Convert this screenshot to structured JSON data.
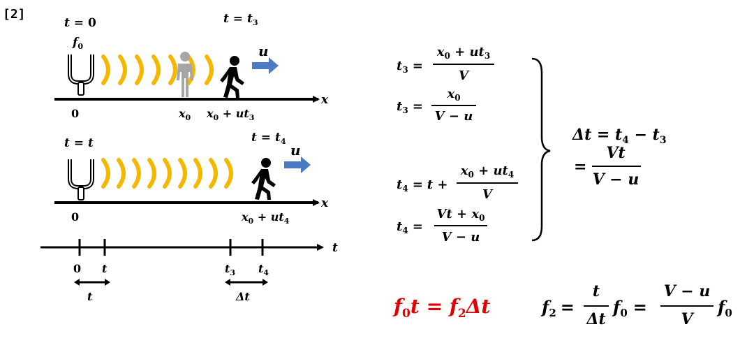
{
  "colors": {
    "wave": "#f5b800",
    "arrow_blue": "#4a7bc4",
    "person_gray": "#a6a6a6",
    "ink": "#000000",
    "red": "#e00000"
  },
  "icons": {
    "fork": "tuning-fork-icon",
    "listener_past": "standing-person-icon",
    "listener": "walking-person-icon"
  },
  "header": {
    "label": "[2]"
  },
  "scene1": {
    "time_left_t": "t",
    "time_left_eq": " = 0",
    "freq_f": "f",
    "freq_sub": "0",
    "time_right_t": "t",
    "time_right_eq": " = ",
    "time_right_t2": "t",
    "time_right_sub": "3",
    "speed_label": "u",
    "axis_var": "x",
    "tick_origin": "0",
    "tick_x0_x": "x",
    "tick_x0_sub": "0",
    "tick_pos_x": "x",
    "tick_pos_sub": "0",
    "tick_pos_mid": " + ",
    "tick_pos_ut": "ut",
    "tick_pos_sub2": "3"
  },
  "scene2": {
    "time_left_t": "t",
    "time_left_eq": " = ",
    "time_left_t2": "t",
    "time_right_t": "t",
    "time_right_eq": " = ",
    "time_right_t2": "t",
    "time_right_sub": "4",
    "speed_label": "u",
    "axis_var": "x",
    "tick_origin": "0",
    "tick_pos_x": "x",
    "tick_pos_sub": "0",
    "tick_pos_mid": " + ",
    "tick_pos_ut": "ut",
    "tick_pos_sub2": "4"
  },
  "timeline": {
    "axis_var": "t",
    "tick0": "0",
    "tick_t": "t",
    "tick_t3": "t",
    "tick_t3_sub": "3",
    "tick_t4": "t",
    "tick_t4_sub": "4",
    "span_t": "t",
    "span_dt": "Δt"
  },
  "equations": {
    "eq1_lhs": "t",
    "eq1_lhs_sub": "3",
    "eq1_eq": "=",
    "eq1_num_a": "x",
    "eq1_num_a_sub": "0",
    "eq1_num_b": " + ut",
    "eq1_num_b_sub": "3",
    "eq1_den": "V",
    "eq2_lhs": "t",
    "eq2_lhs_sub": "3",
    "eq2_eq": "=",
    "eq2_num": "x",
    "eq2_num_sub": "0",
    "eq2_den": "V − u",
    "eq3_lhs": "t",
    "eq3_lhs_sub": "4",
    "eq3_eq": "=",
    "eq3_pre": "t +",
    "eq3_num_a": "x",
    "eq3_num_a_sub": "0",
    "eq3_num_b": " + ut",
    "eq3_num_b_sub": "4",
    "eq3_den": "V",
    "eq4_lhs": "t",
    "eq4_lhs_sub": "4",
    "eq4_eq": "=",
    "eq4_num_a": "Vt + x",
    "eq4_num_a_sub": "0",
    "eq4_den": "V − u",
    "dt_lhs": "Δt = t",
    "dt_sub1": "4",
    "dt_mid": " − t",
    "dt_sub2": "3",
    "dt2_eq": "=",
    "dt2_num": "Vt",
    "dt2_den": "V − u"
  },
  "bottom": {
    "red_f": "f",
    "red_f_sub": "0",
    "red_mid": "t = f",
    "red_f2_sub": "2",
    "red_end": "Δt",
    "f2_lhs": "f",
    "f2_lhs_sub": "2",
    "f2_eq": "=",
    "f2_frac1_num": "t",
    "f2_frac1_den": "Δt",
    "f2_f0": "f",
    "f2_f0_sub": "0",
    "f2_eq2": "=",
    "f2_frac2_num": "V − u",
    "f2_frac2_den": "V",
    "f2_f0b": "f",
    "f2_f0b_sub": "0"
  }
}
